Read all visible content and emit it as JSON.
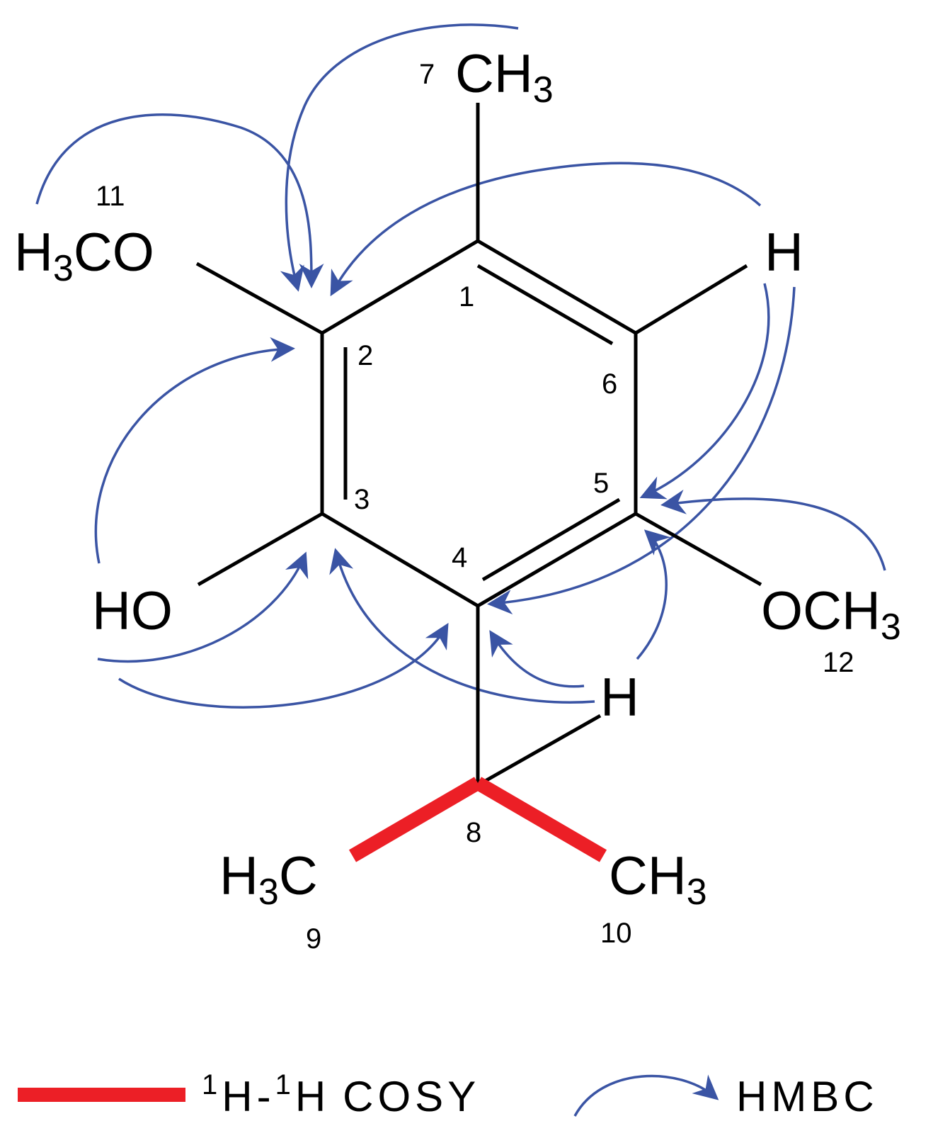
{
  "molecule": {
    "groups": {
      "ch3_top": {
        "main": "CH",
        "sub": "3"
      },
      "h3co": {
        "pre": "H",
        "sub": "3",
        "main": "CO"
      },
      "h_top": "H",
      "ho": "HO",
      "och3": {
        "main": "OCH",
        "sub": "3"
      },
      "h_mid": "H",
      "h3c": {
        "pre": "H",
        "sub": "3",
        "main": "C"
      },
      "ch3_bottom": {
        "main": "CH",
        "sub": "3"
      }
    },
    "numbers": {
      "n1": "1",
      "n2": "2",
      "n3": "3",
      "n4": "4",
      "n5": "5",
      "n6": "6",
      "n7": "7",
      "n8": "8",
      "n9": "9",
      "n10": "10",
      "n11": "11",
      "n12": "12"
    }
  },
  "legend": {
    "cosy_sup1": "1",
    "cosy_h1": "H",
    "cosy_dash": "-",
    "cosy_sup2": "1",
    "cosy_h2": "H",
    "cosy_label": "COSY",
    "hmbc_label": "HMBC"
  },
  "colors": {
    "cosy": "#ec1f26",
    "hmbc": "#3a54a4",
    "bond": "#000000"
  }
}
